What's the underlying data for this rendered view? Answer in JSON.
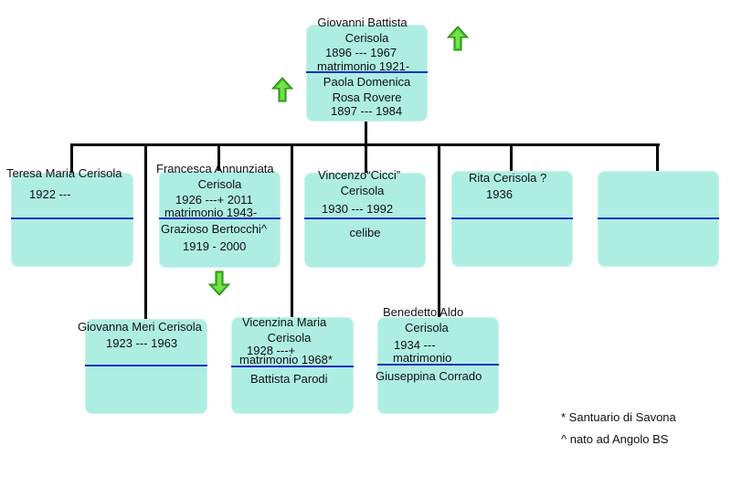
{
  "root": {
    "name_line1": "Giovanni Battista",
    "name_line2": "Cerisola",
    "dates": "1896 --- 1967",
    "marriage": "matrimonio 1921-",
    "spouse_line1": "Paola Domenica",
    "spouse_line2": "Rosa Rovere",
    "spouse_dates": "1897 --- 1984"
  },
  "children": {
    "teresa": {
      "name": "Teresa Maria Cerisola",
      "dates": "1922 ---"
    },
    "francesca": {
      "name_line1": "Francesca Annunziata",
      "name_line2": "Cerisola",
      "dates": "1926 ---+ 2011",
      "marriage": "matrimonio 1943-",
      "spouse": "Grazioso Bertocchi^",
      "spouse_dates": "1919 - 2000"
    },
    "vincenzo": {
      "name_line1": "Vincenzo“Cicci”",
      "name_line2": "Cerisola",
      "dates": "1930 --- 1992",
      "status": "celibe"
    },
    "rita": {
      "name": "Rita Cerisola ?",
      "dates": "1936"
    },
    "giovanna": {
      "name": "Giovanna Meri Cerisola",
      "dates": "1923 --- 1963"
    },
    "vicenzina": {
      "name_line1": "Vicenzina Maria",
      "name_line2": "Cerisola",
      "dates": "1928 ---+",
      "marriage": "matrimonio 1968*",
      "spouse": "Battista Parodi"
    },
    "benedetto": {
      "name_line1": "Benedetto Aldo",
      "name_line2": "Cerisola",
      "dates": "1934 ---",
      "marriage": "matrimonio",
      "spouse": "Giuseppina Corrado"
    }
  },
  "notes": {
    "asterisk": "* Santuario di Savona",
    "caret": "^ nato ad Angolo BS"
  },
  "colors": {
    "card": "#aeeee2",
    "separator": "#1a2fc4",
    "arrow": "#3cc21a"
  },
  "icons": {
    "nav_arrow_up": "green-up-arrow-icon",
    "nav_arrow_down": "green-down-arrow-icon"
  }
}
